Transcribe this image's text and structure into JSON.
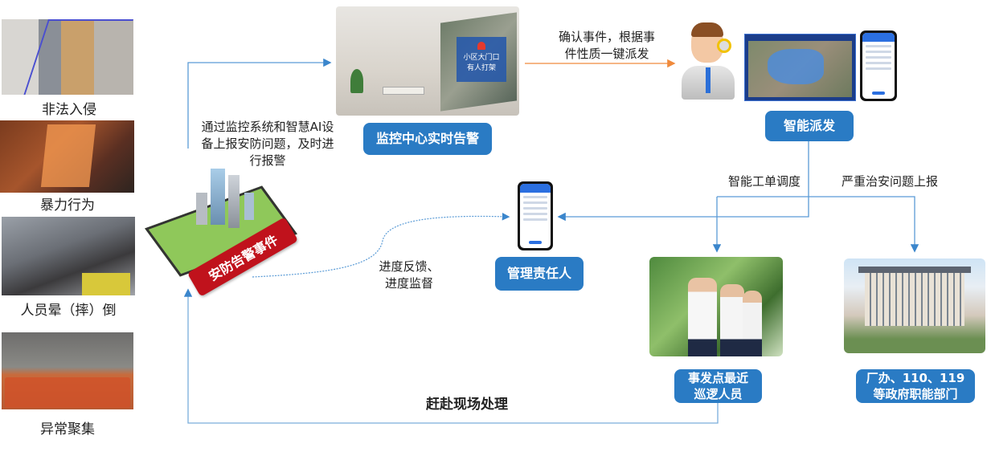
{
  "incident_types": [
    {
      "label": "非法入侵",
      "image": "corridor-intrusion-camera-photo"
    },
    {
      "label": "暴力行为",
      "image": "elevator-violence-camera-photo"
    },
    {
      "label": "人员晕（摔）倒",
      "image": "people-fallen-photo"
    },
    {
      "label": "异常聚集",
      "image": "crowd-gathering-photo"
    }
  ],
  "event_badge": {
    "label": "安防告警事件",
    "color": "#c0121c"
  },
  "report_note": {
    "line1": "通过监控系统和智慧AI设",
    "line2": "备上报安防问题，及时进",
    "line3": "行报警"
  },
  "monitor_center": {
    "button": "监控中心实时告警",
    "screen_text_line1": "小区大门口",
    "screen_text_line2": "有人打架"
  },
  "confirm_note": {
    "line1": "确认事件，根据事",
    "line2": "件性质一键派发"
  },
  "dispatch": {
    "button": "智能派发"
  },
  "workorder_note": "智能工单调度",
  "serious_note": "严重治安问题上报",
  "manager": {
    "button": "管理责任人"
  },
  "feedback_note": {
    "line1": "进度反馈、",
    "line2": "进度监督"
  },
  "patrol": {
    "line1": "事发点最近",
    "line2": "巡逻人员"
  },
  "gov": {
    "line1": "厂办、110、119",
    "line2": "等政府职能部门"
  },
  "onsite_note": "赶赴现场处理",
  "colors": {
    "button_blue": "#2a7bc4",
    "line_blue": "#4a90d0",
    "arrow_orange": "#f08a3c",
    "badge_red": "#c0121c"
  }
}
